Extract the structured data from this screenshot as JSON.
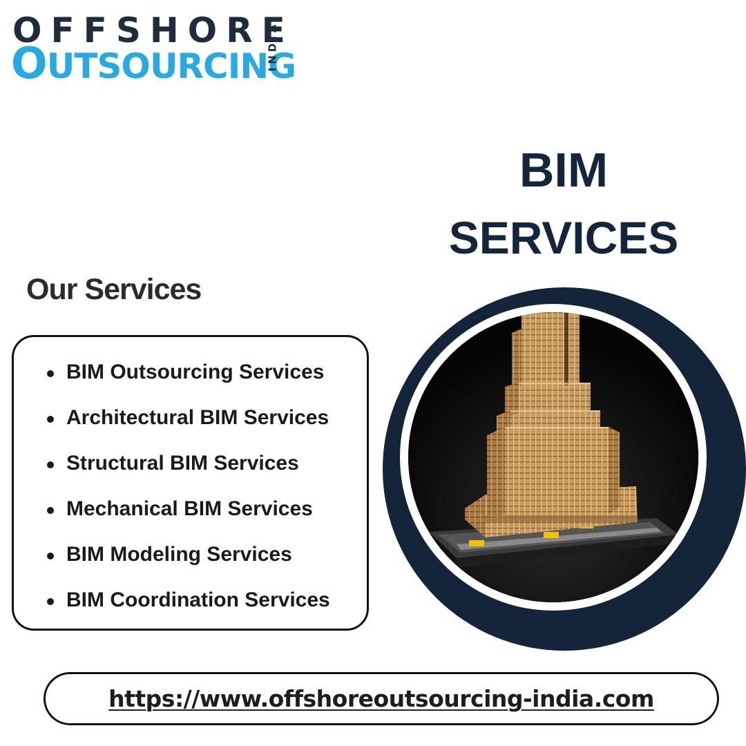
{
  "logo": {
    "line1": "OFFSHORE",
    "line2_initial": "O",
    "line2_rest": "UTSOURCING",
    "side": "INDIA",
    "colors": {
      "dark": "#1f2c3c",
      "accent": "#27a9e1"
    }
  },
  "headline": {
    "line1": "BIM",
    "line2": "SERVICES",
    "color": "#13263c"
  },
  "services": {
    "title": "Our Services",
    "items": [
      "BIM Outsourcing Services",
      "Architectural BIM Services",
      "Structural BIM Services",
      "Mechanical BIM Services",
      "BIM Modeling Services",
      "BIM Coordination Services"
    ]
  },
  "hero_image": {
    "icon": "skyscraper-model-icon",
    "ring_color": "#14253a"
  },
  "footer": {
    "url": "https://www.offshoreoutsourcing-india.com"
  }
}
